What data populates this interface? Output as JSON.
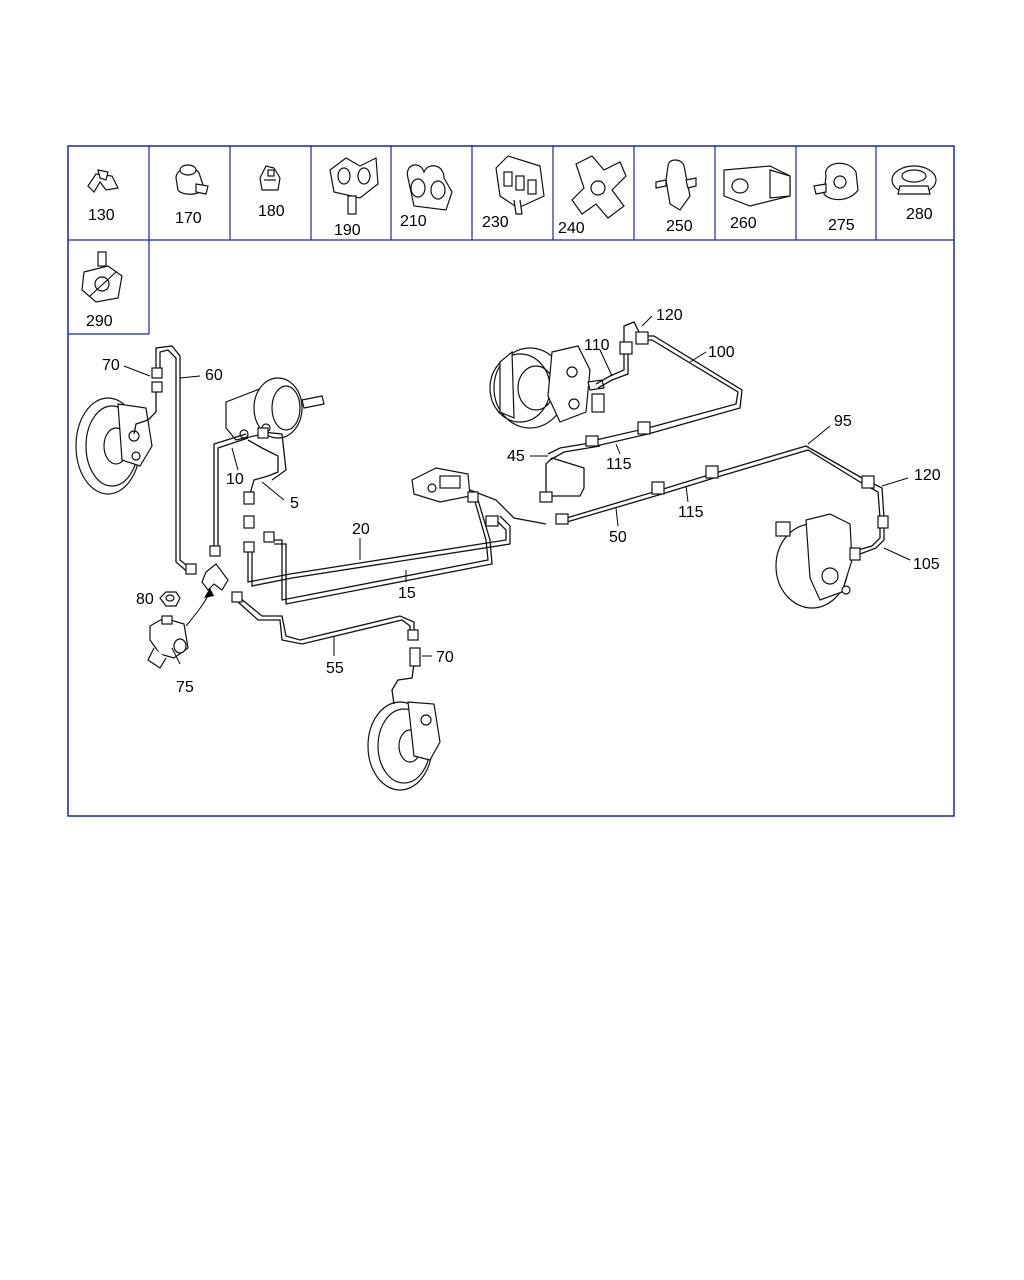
{
  "thumbnails": [
    {
      "id": "130",
      "label": "130"
    },
    {
      "id": "170",
      "label": "170"
    },
    {
      "id": "180",
      "label": "180"
    },
    {
      "id": "190",
      "label": "190"
    },
    {
      "id": "210",
      "label": "210"
    },
    {
      "id": "230",
      "label": "230"
    },
    {
      "id": "240",
      "label": "240"
    },
    {
      "id": "250",
      "label": "250"
    },
    {
      "id": "260",
      "label": "260"
    },
    {
      "id": "275",
      "label": "275"
    },
    {
      "id": "280",
      "label": "280"
    },
    {
      "id": "290",
      "label": "290"
    }
  ],
  "callouts": {
    "c70_top": "70",
    "c60": "60",
    "c10": "10",
    "c5": "5",
    "c20": "20",
    "c15": "15",
    "c80": "80",
    "c75": "75",
    "c55": "55",
    "c70_bottom": "70",
    "c120_top": "120",
    "c110": "110",
    "c100": "100",
    "c45": "45",
    "c115_upper": "115",
    "c95": "95",
    "c120_right": "120",
    "c115_lower": "115",
    "c50": "50",
    "c105": "105"
  },
  "colors": {
    "frame_blue": "#1b2a8c",
    "ink": "#111111"
  }
}
